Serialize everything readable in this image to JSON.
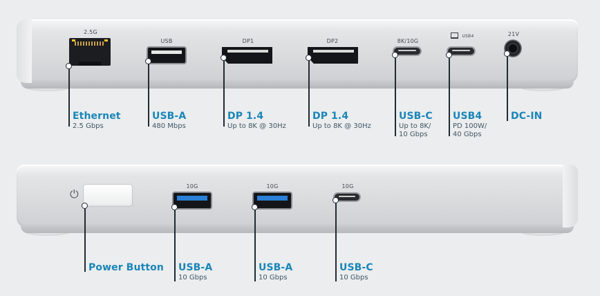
{
  "rear_panel": {
    "port_labels": {
      "ethernet": "2.5G",
      "usba": "USB",
      "dp1": "DP1",
      "dp2": "DP2",
      "usbc": "8K/10G",
      "usb4": "USB4",
      "dcin": "21V"
    },
    "callouts": [
      {
        "title": "Ethernet",
        "sub1": "2.5 Gbps",
        "sub2": ""
      },
      {
        "title": "USB-A",
        "sub1": "480 Mbps",
        "sub2": ""
      },
      {
        "title": "DP 1.4",
        "sub1": "Up to 8K @ 30Hz",
        "sub2": ""
      },
      {
        "title": "DP 1.4",
        "sub1": "Up to 8K @ 30Hz",
        "sub2": ""
      },
      {
        "title": "USB-C",
        "sub1": "Up to 8K/",
        "sub2": "10 Gbps"
      },
      {
        "title": "USB4",
        "sub1": "PD 100W/",
        "sub2": "40 Gbps"
      },
      {
        "title": "DC-IN",
        "sub1": "",
        "sub2": ""
      }
    ]
  },
  "front_panel": {
    "power_symbol": "⏻",
    "port_labels": {
      "usba1": "10G",
      "usba2": "10G",
      "usbc": "10G"
    },
    "callouts": [
      {
        "title": "Power Button",
        "sub1": ""
      },
      {
        "title": "USB-A",
        "sub1": "10 Gbps"
      },
      {
        "title": "USB-A",
        "sub1": "10 Gbps"
      },
      {
        "title": "USB-C",
        "sub1": "10 Gbps"
      }
    ]
  },
  "colors": {
    "background": "#ecedee",
    "callout_title": "#1a86b9",
    "callout_sub": "#3f5666",
    "usb3_blue": "#2a7fd6"
  }
}
